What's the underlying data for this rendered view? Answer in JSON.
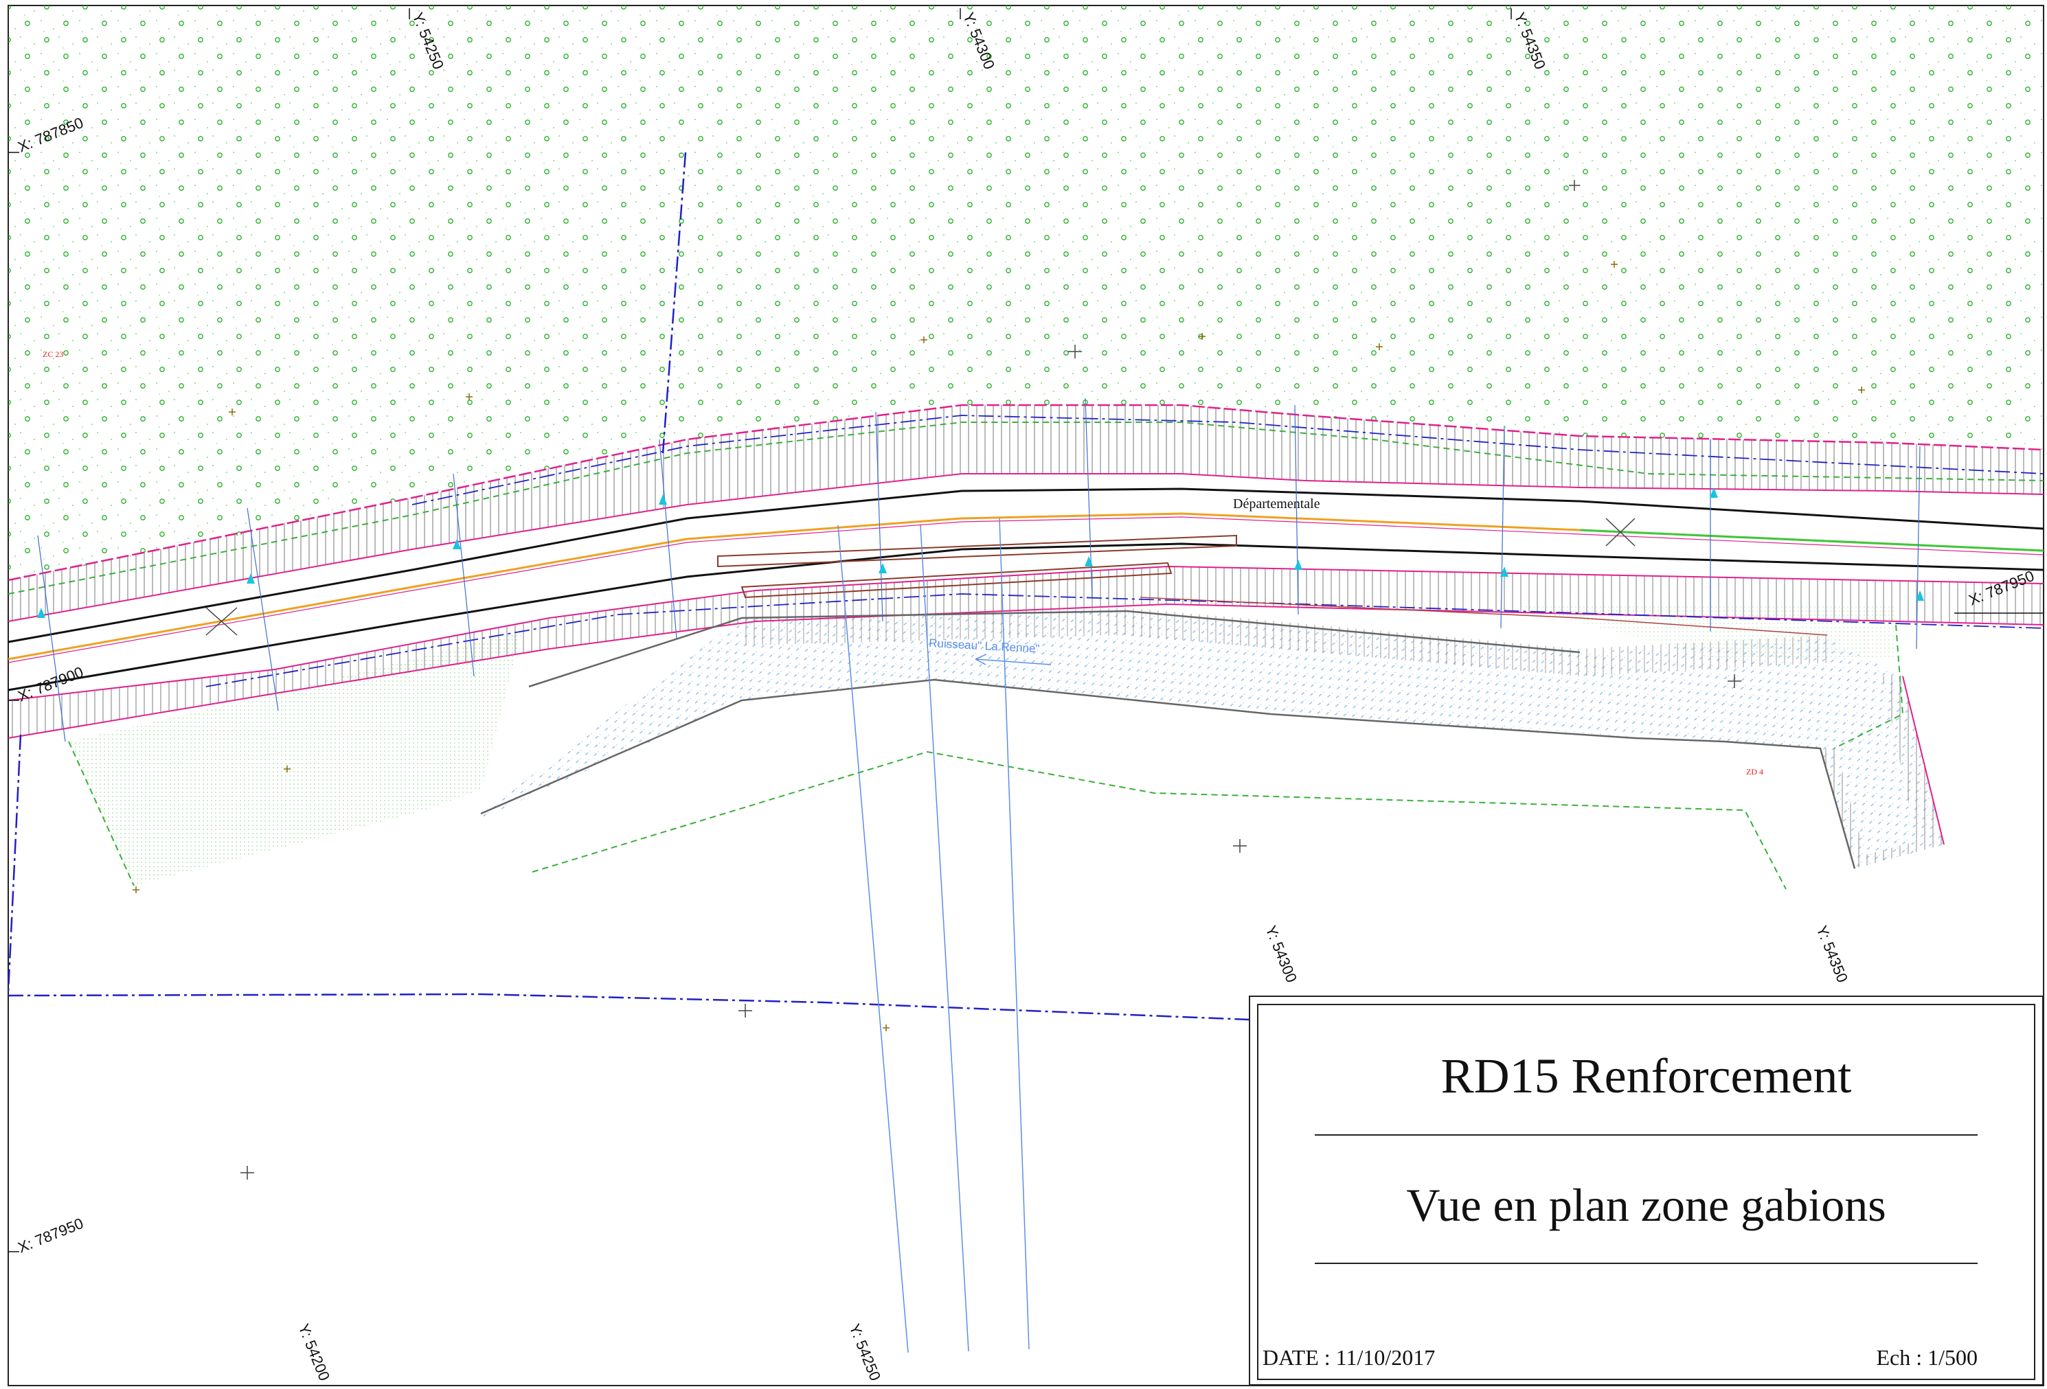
{
  "title_block": {
    "title": "RD15 Renforcement",
    "subtitle": "Vue en plan zone gabions",
    "date_label": "DATE : 11/10/2017",
    "scale_label": "Ech : 1/500"
  },
  "grid_labels": {
    "y_top_1": "Y: 54250",
    "y_top_2": "Y: 54300",
    "y_top_3": "Y: 54350",
    "y_mid_1": "Y: 54300",
    "y_mid_2": "Y: 54350",
    "y_bottom_1": "Y: 54200",
    "y_bottom_2": "Y: 54250",
    "x_left_1": "X: 787850",
    "x_left_2": "X: 787900",
    "x_left_3": "X: 787950",
    "x_right_1": "X: 787950"
  },
  "map_labels": {
    "road_name": "Départementale",
    "stream_name": "Ruisseau\" La Renne\"",
    "parcel_north": "ZC 23",
    "parcel_south": "ZD 4"
  },
  "colors": {
    "field_green": "#22b022",
    "road_black": "#111111",
    "edge_magenta": "#e0208c",
    "centerline_orange": "#f0a020",
    "water_blue": "#6aa8e8",
    "boundary_blue": "#2020c8",
    "parcel_red": "#e02020",
    "slope_gray": "#7a7a7a"
  }
}
